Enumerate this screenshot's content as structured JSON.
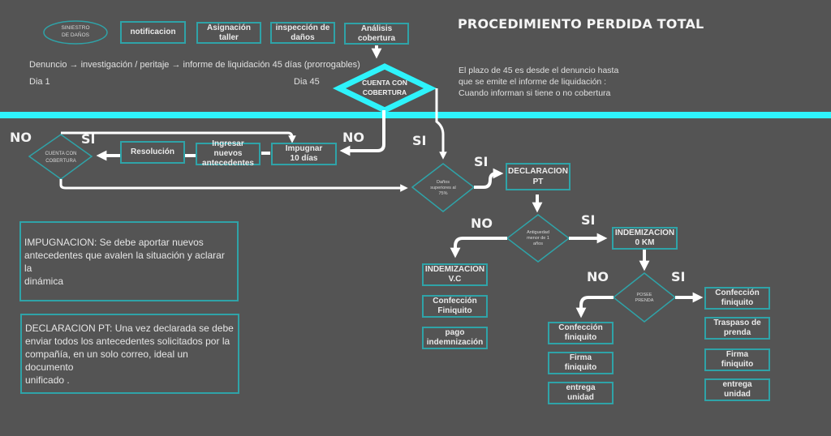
{
  "title": "PROCEDIMIENTO  PERDIDA TOTAL",
  "colors": {
    "background": "#545454",
    "accent": "#2ef3fb",
    "border": "#2fa3a8",
    "arrow": "#ffffff"
  },
  "top_flow": {
    "start": "SINIESTRO\nDE DAÑOS",
    "steps": [
      "notificacion",
      "Asignación\ntaller",
      "inspección de\ndaños",
      "Análisis\ncobertura"
    ],
    "timeline": "Denuncio → investigación / peritaje → informe de liquidación 45 días  (prorrogables)",
    "day_start": "Dia 1",
    "day_end": "Dia 45",
    "main_decision": "CUENTA CON\nCOBERTURA",
    "plazo_note": "El plazo de 45  es desde el denuncio hasta\nque se emite el informe de liquidación :\nCuando informan si tiene o no cobertura"
  },
  "impugnacion_flow": {
    "impugnar": "Impugnar\n10 días",
    "ingresar": "Ingresar nuevos\nantecedentes",
    "resolucion": "Resolución",
    "decision": "CUENTA CON\nCOBERTURA"
  },
  "labels": {
    "no": "NO",
    "si": "SI"
  },
  "pt_flow": {
    "danos_decision": "Daños\nsuperiores al\n75%",
    "declaracion": "DECLARACION\nPT",
    "antiguedad_decision": "Antiguedad\nmenor de 1\naños",
    "indem_vc": "INDEMIZACION\nV.C",
    "vc_steps": [
      "Confección\nFiniquito",
      "pago\nindemnización"
    ],
    "indem_0km": "INDEMIZACION\n0 KM",
    "prenda_decision": "POSEE\nPRENDA",
    "no_prenda_steps": [
      "Confección\nfiniquito",
      "Firma\nfiniquito",
      "entrega\nunidad"
    ],
    "si_prenda_steps": [
      "Confección\nfiniquito",
      "Traspaso de\nprenda",
      "Firma\nfiniquito",
      "entrega\nunidad"
    ]
  },
  "notes": {
    "impugnacion": "IMPUGNACION: Se debe aportar nuevos\nantecedentes que avalen la situación y aclarar la\ndinámica",
    "declaracion": "DECLARACION PT: Una vez declarada se debe\nenviar todos los antecedentes solicitados por la\ncompañía, en un solo correo, ideal un documento\nunificado ."
  }
}
